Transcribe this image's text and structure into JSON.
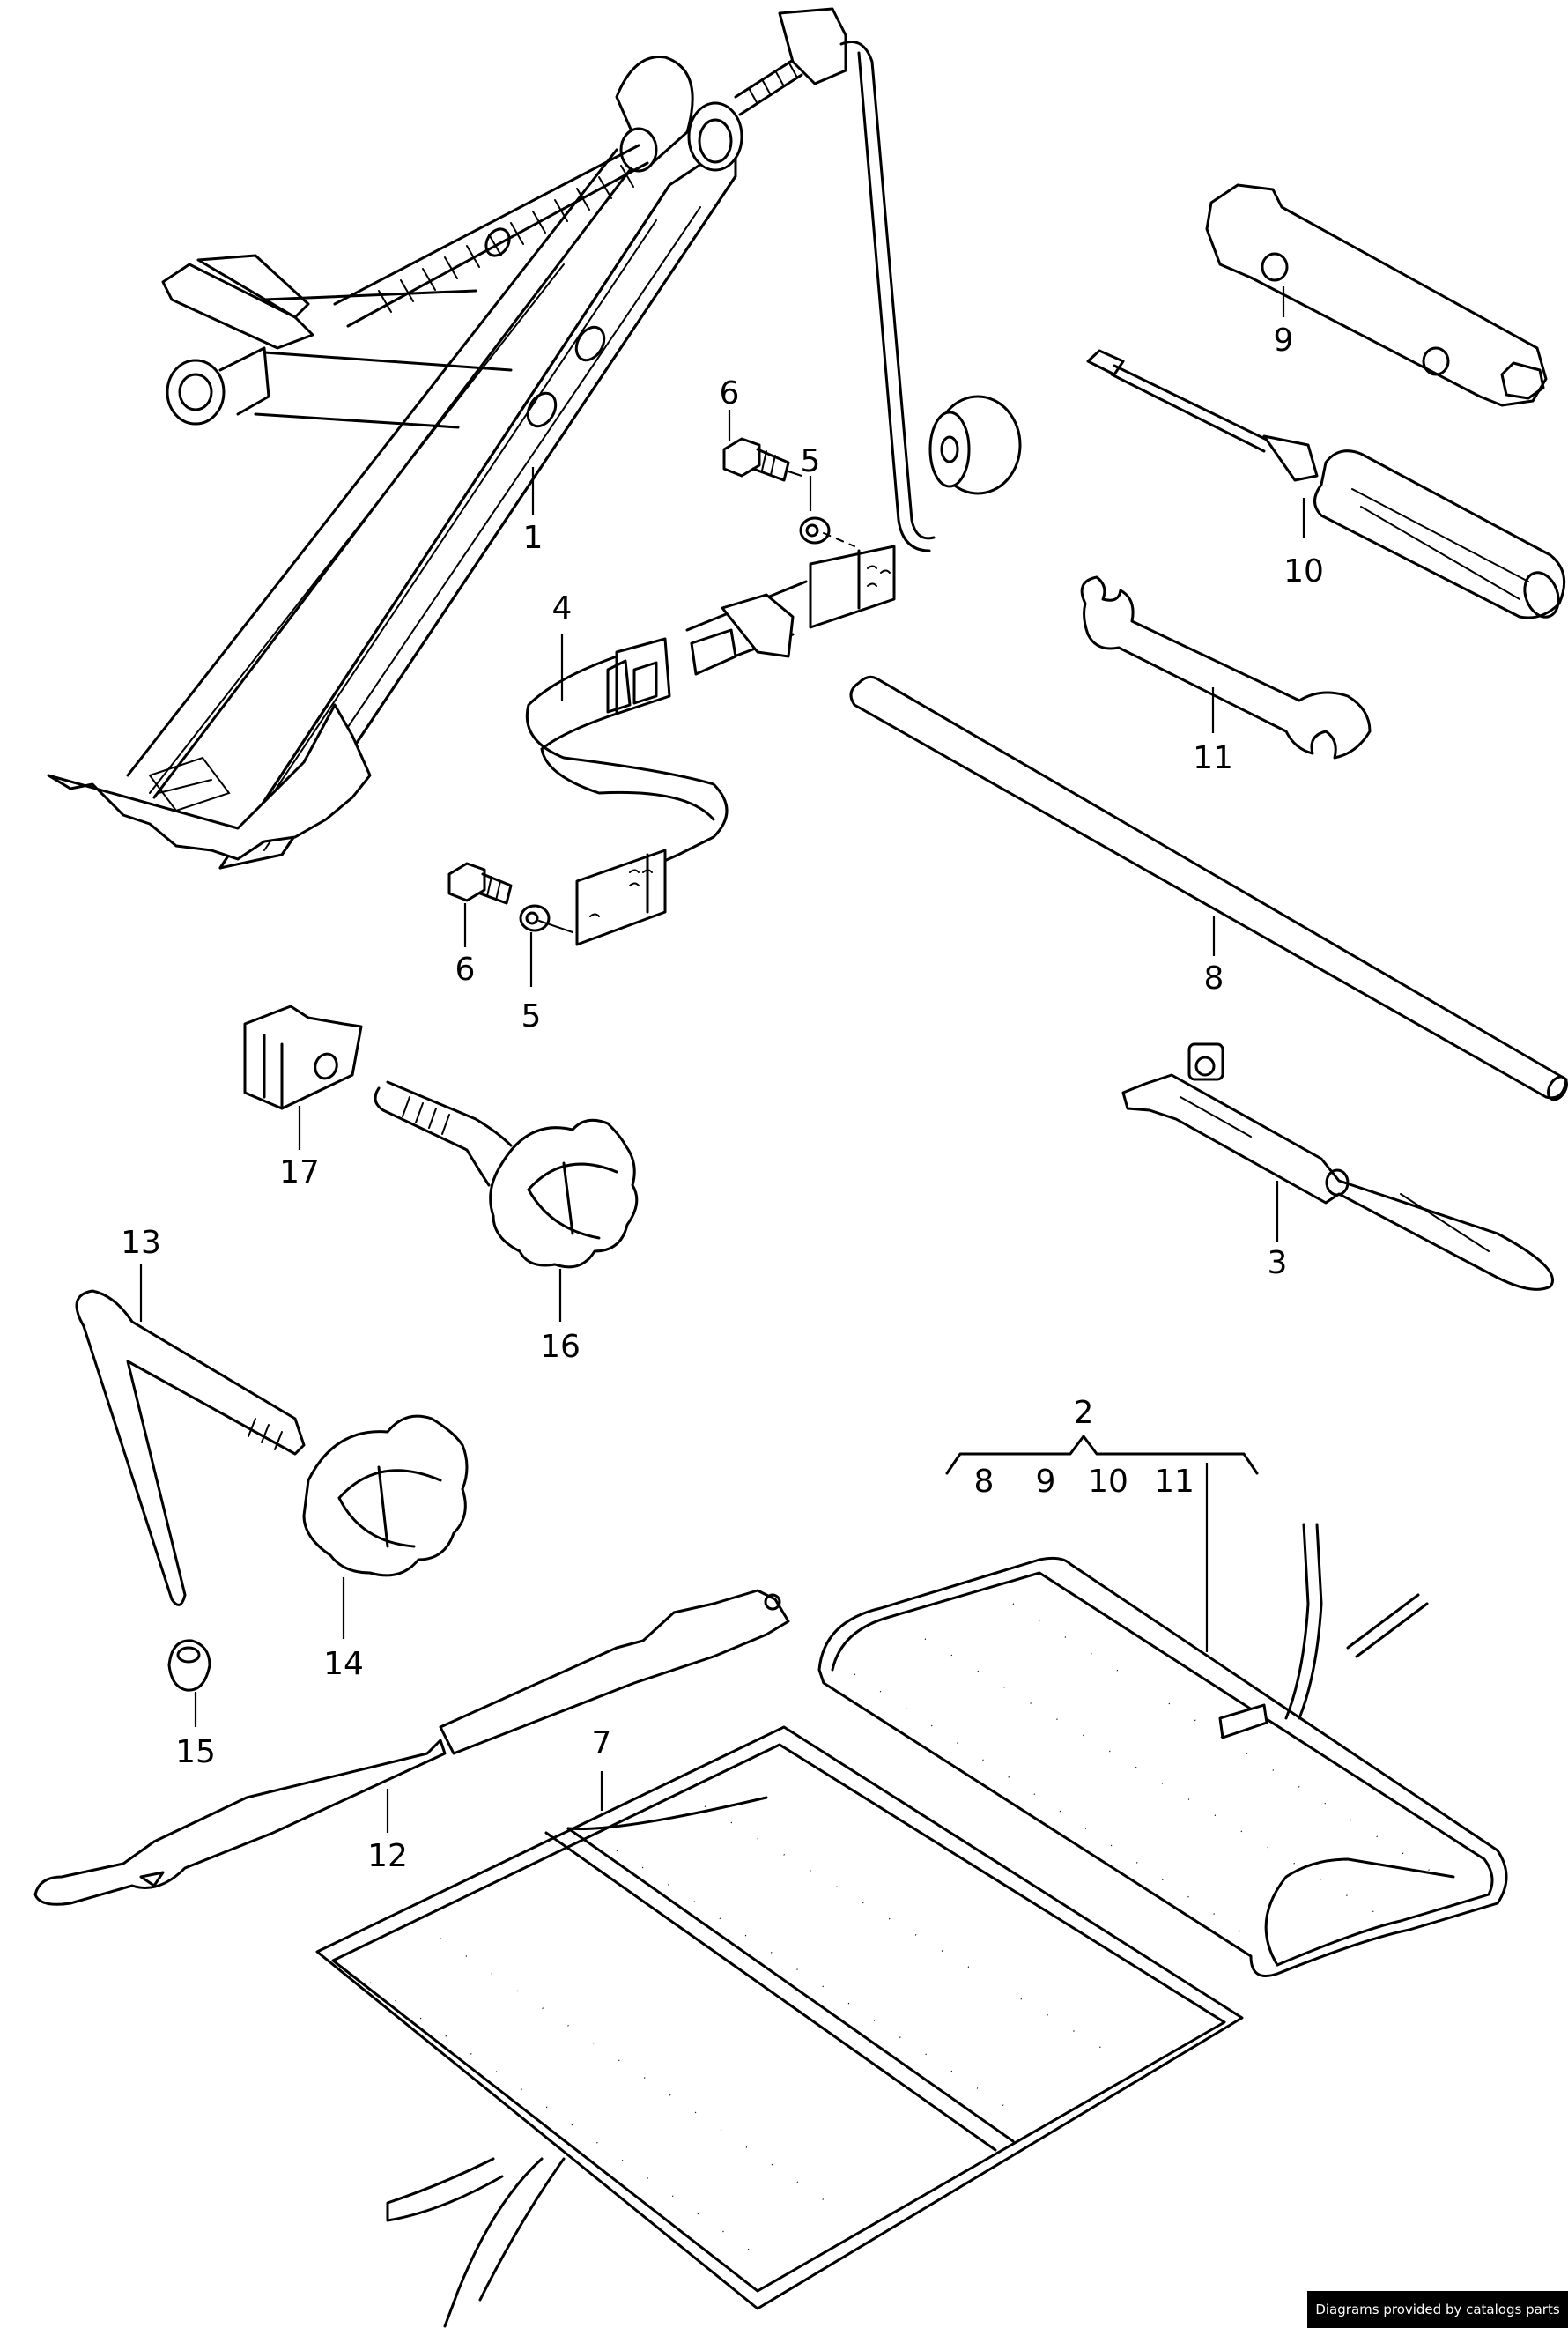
{
  "diagram": {
    "title": "Tool kit and vehicle jack",
    "parts": [
      {
        "number": "1",
        "name": "vehicle jack"
      },
      {
        "number": "2",
        "name": "tool kit",
        "contains": [
          "8",
          "9",
          "10",
          "11"
        ]
      },
      {
        "number": "3",
        "name": "wheel bolt wrench"
      },
      {
        "number": "4",
        "name": "strap"
      },
      {
        "number": "5",
        "name": "washer"
      },
      {
        "number": "6",
        "name": "bolt"
      },
      {
        "number": "7",
        "name": "tool bag"
      },
      {
        "number": "8",
        "name": "tommy bar"
      },
      {
        "number": "9",
        "name": "spark plug wrench"
      },
      {
        "number": "10",
        "name": "screwdriver"
      },
      {
        "number": "11",
        "name": "open-end wrench"
      },
      {
        "number": "12",
        "name": "strap"
      },
      {
        "number": "13",
        "name": "bolt"
      },
      {
        "number": "14",
        "name": "wing nut"
      },
      {
        "number": "15",
        "name": "cap"
      },
      {
        "number": "16",
        "name": "wing bolt"
      },
      {
        "number": "17",
        "name": "clip nut"
      }
    ],
    "labels": {
      "p1": "1",
      "p2": "2",
      "p3": "3",
      "p4": "4",
      "p5a": "5",
      "p5b": "5",
      "p6a": "6",
      "p6b": "6",
      "p7": "7",
      "p8": "8",
      "p9": "9",
      "p10": "10",
      "p11": "11",
      "p12": "12",
      "p13": "13",
      "p14": "14",
      "p15": "15",
      "p16": "16",
      "p17": "17",
      "kit_8": "8",
      "kit_9": "9",
      "kit_10": "10",
      "kit_11": "11"
    }
  },
  "footer": {
    "credit": "Diagrams provided by catalogs parts"
  }
}
